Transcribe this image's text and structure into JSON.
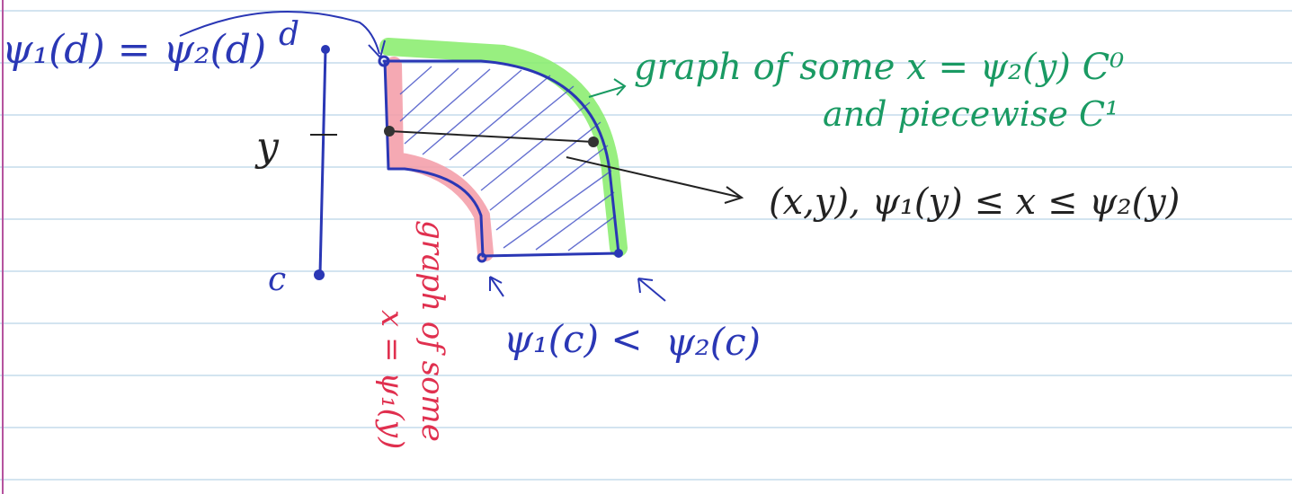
{
  "colors": {
    "paper": "#ffffff",
    "rule_line": "#b9d4e8",
    "margin_line": "#b5539f",
    "blue_ink": "#2a37b5",
    "black_ink": "#222222",
    "green_ink": "#1a9a63",
    "red_ink": "#e0304f",
    "green_highlight": "#86ec6a",
    "pink_highlight": "#f39aa6",
    "hatch": "#4a57c8"
  },
  "labels": {
    "top_equality": "ψ₁(d) = ψ₂(d)",
    "d_label": "d",
    "y_label": "y",
    "c_label": "c",
    "psi1_c": "ψ₁(c) <",
    "psi2_c": "ψ₂(c)",
    "green_line1": "graph of some x = ψ₂(y)  C⁰",
    "green_line2": "and piecewise C¹",
    "region_set": "(x,y), ψ₁(y) ≤ x ≤ ψ₂(y)",
    "red_line1": "graph of some",
    "red_line2": "x = ψ₁(y)"
  },
  "arrows": {
    "green_arrow": "→",
    "blue_pointer": "→"
  }
}
